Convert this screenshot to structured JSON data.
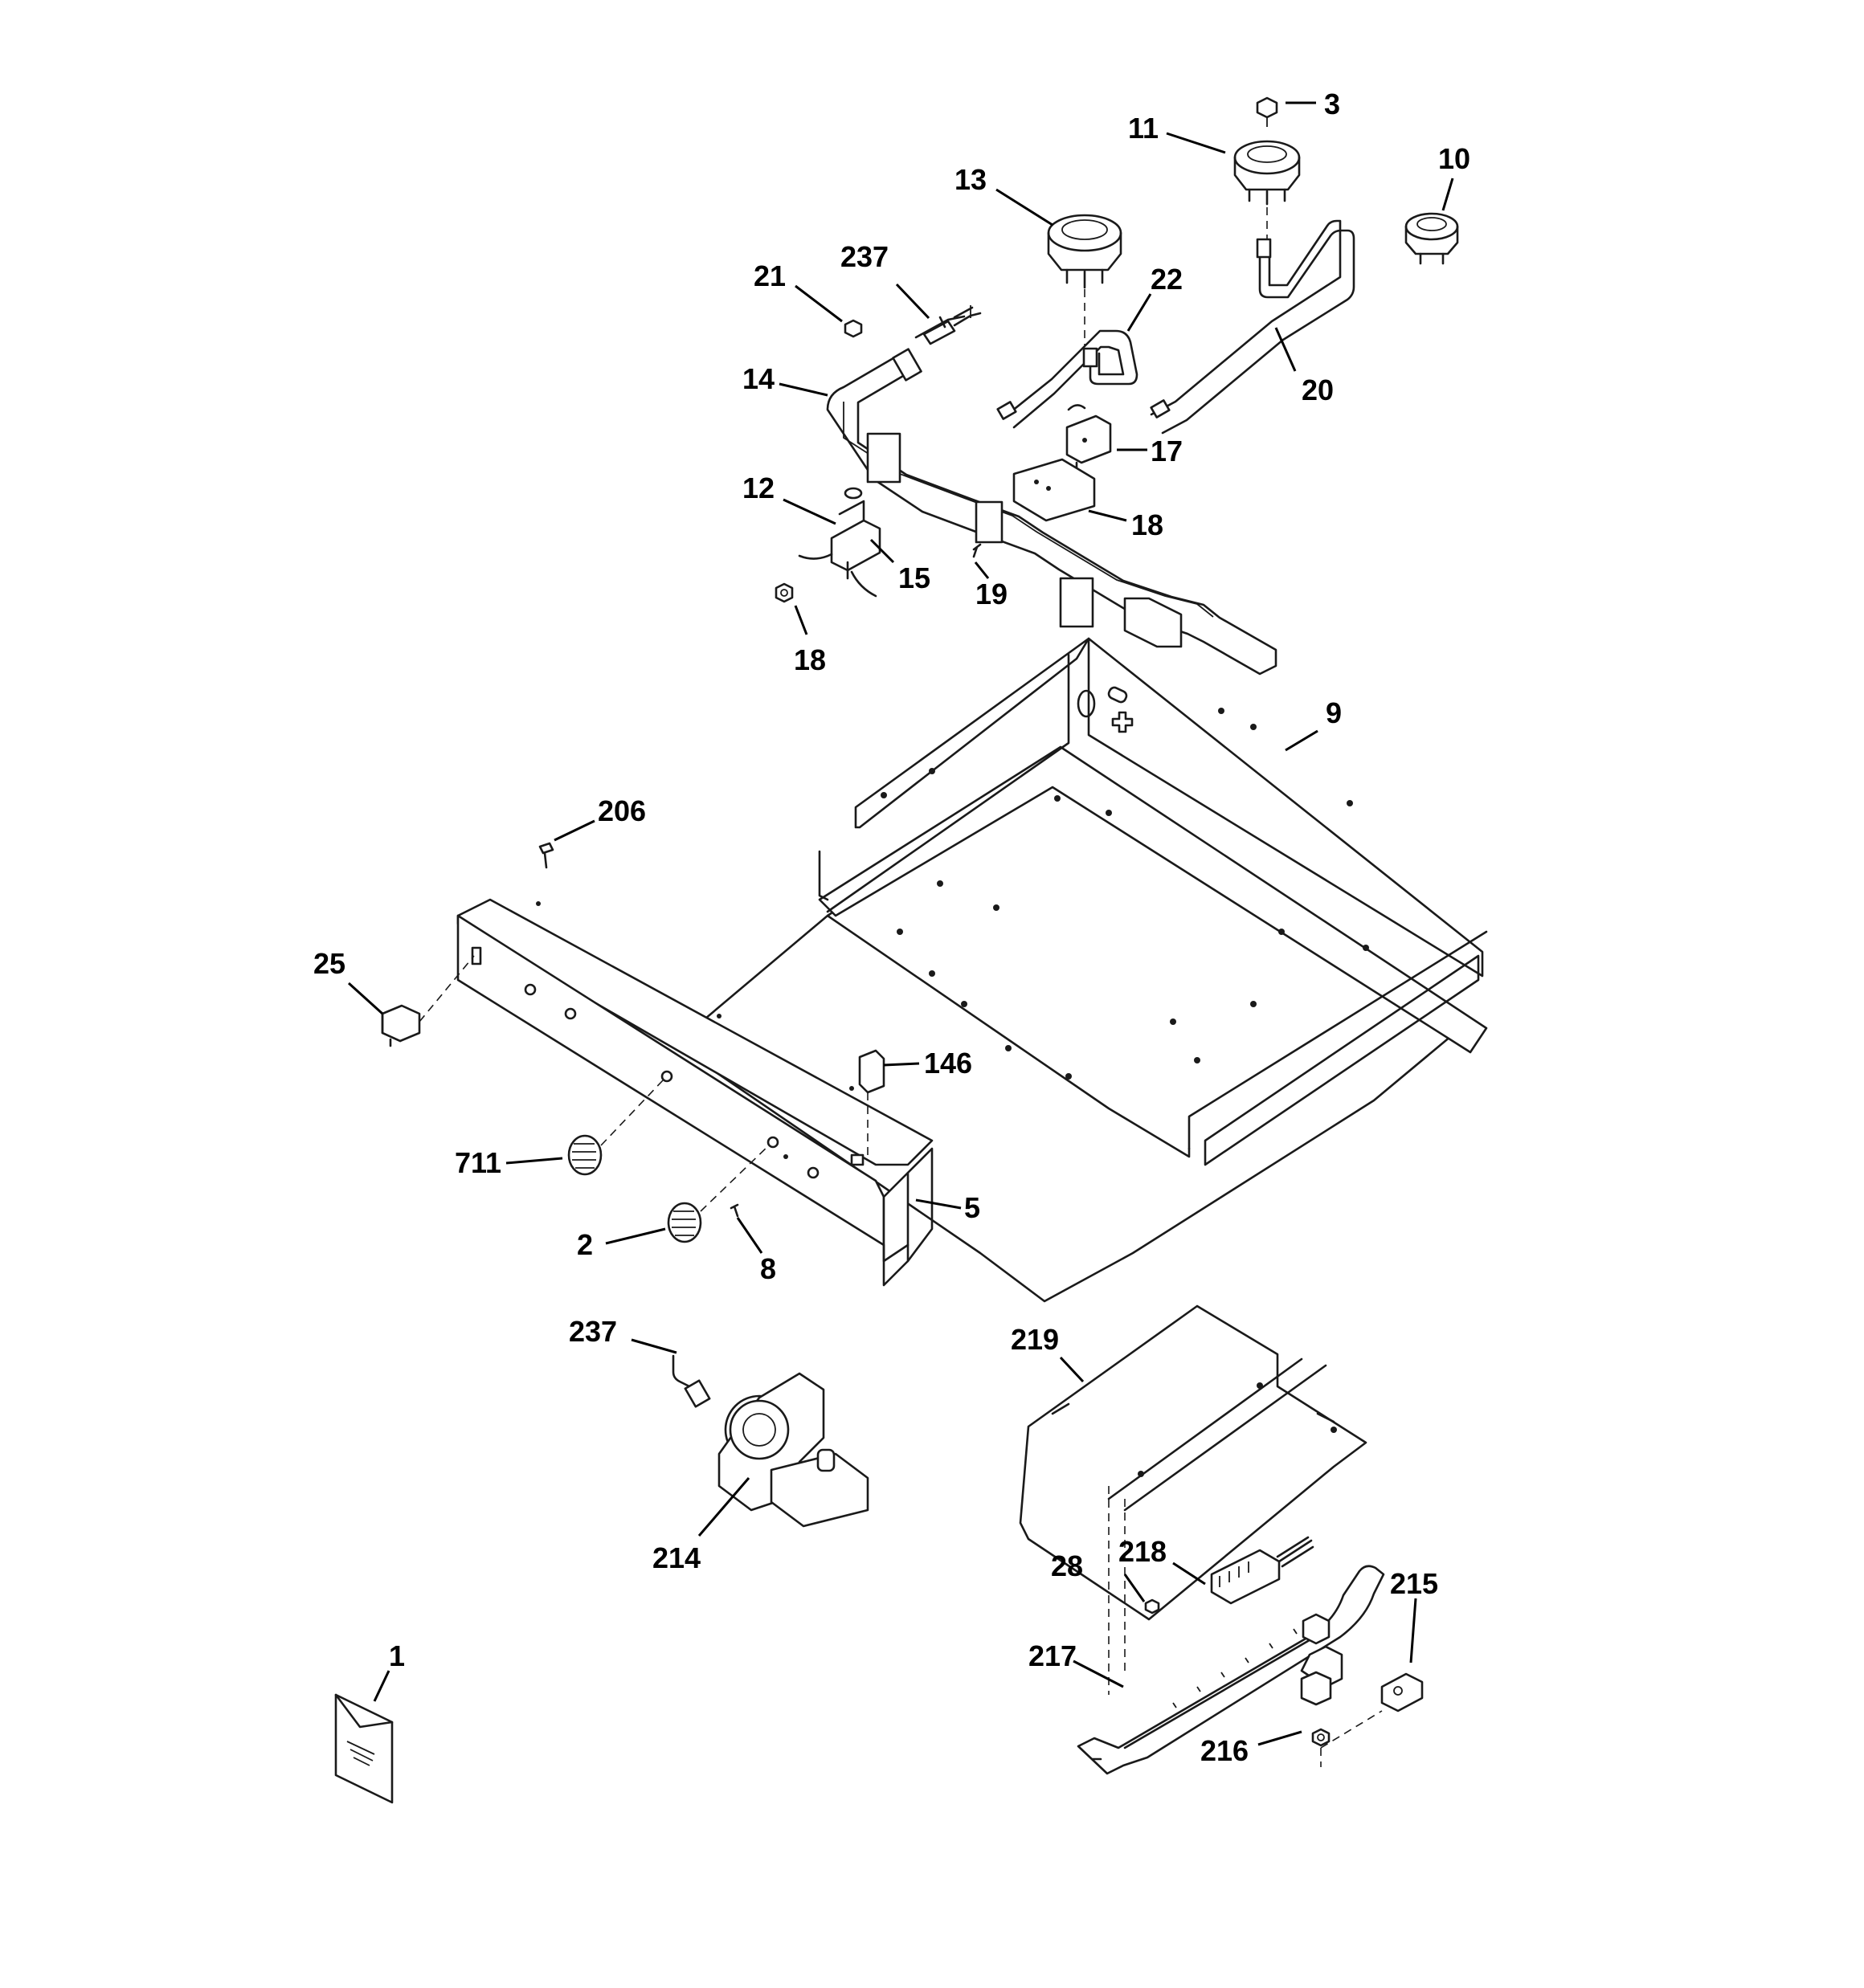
{
  "callouts": {
    "c3": "3",
    "c11": "11",
    "c10": "10",
    "c13": "13",
    "c21": "21",
    "c237a": "237",
    "c22": "22",
    "c14": "14",
    "c20": "20",
    "c17": "17",
    "c12": "12",
    "c18a": "18",
    "c15": "15",
    "c19": "19",
    "c18b": "18",
    "c9": "9",
    "c206": "206",
    "c25": "25",
    "c146": "146",
    "c711": "711",
    "c5": "5",
    "c2": "2",
    "c8": "8",
    "c237b": "237",
    "c219": "219",
    "c214": "214",
    "c218": "218",
    "c28": "28",
    "c215": "215",
    "c1": "1",
    "c217": "217",
    "c216": "216"
  }
}
